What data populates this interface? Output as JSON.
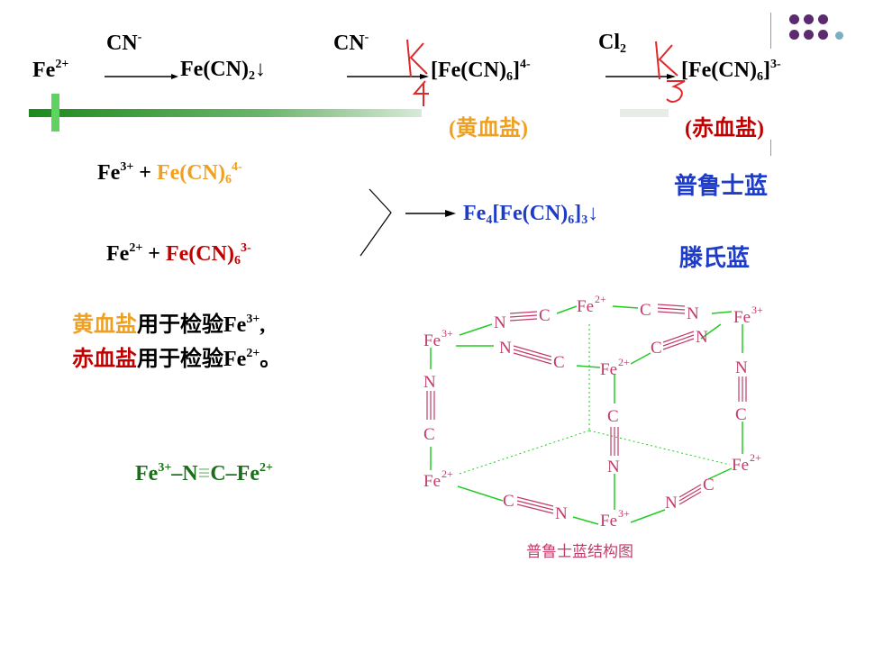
{
  "reaction": {
    "fe2": {
      "sym": "Fe",
      "sup": "2+"
    },
    "cn1": {
      "sym": "CN",
      "sup": "-"
    },
    "fecn2": {
      "a": "Fe(CN)",
      "sub": "2",
      "b": "↓"
    },
    "cn2": {
      "sym": "CN",
      "sup": "-"
    },
    "ferro": {
      "a": "[Fe(CN)",
      "sub": "6",
      "b": "]",
      "sup": "4-"
    },
    "cl2": {
      "sym": "Cl",
      "sub": "2"
    },
    "ferri": {
      "a": "[Fe(CN)",
      "sub": "6",
      "b": "]",
      "sup": "3-"
    },
    "yellow_label": "(黄血盐)",
    "red_label": "(赤血盐)"
  },
  "eq1": {
    "fe": "Fe",
    "sup": "3+",
    "plus": " + ",
    "cx": "Fe(CN)",
    "sub": "6",
    "cxsup": "4-"
  },
  "eq2": {
    "fe": "Fe",
    "sup": "2+",
    "plus": " + ",
    "cx": "Fe(CN)",
    "sub": "6",
    "cxsup": "3-"
  },
  "product": {
    "a": "Fe",
    "sub1": "4",
    "b": "[Fe(CN)",
    "sub2": "6",
    "c": "]",
    "sub3": "3",
    "d": "↓"
  },
  "names": {
    "prussian": "普鲁士蓝",
    "turnbull": "滕氏蓝"
  },
  "notes": {
    "line1_colored": "黄血盐",
    "line1_rest": "用于检验Fe",
    "line1_sup": "3+",
    "line1_end": ",",
    "line2_colored": "赤血盐",
    "line2_rest": "用于检验Fe",
    "line2_sup": "2+",
    "line2_end": "。"
  },
  "bond": {
    "a": "Fe",
    "asup": "3+",
    "dash1": "–N",
    "triple": "≡",
    "c": "C–Fe",
    "csup": "2+"
  },
  "diagram": {
    "caption": "普鲁士蓝结构图",
    "fe2": "Fe",
    "fe3": "Fe",
    "sup2": "2+",
    "sup3": "3+",
    "N": "N",
    "C": "C"
  },
  "handwriting": {
    "k4": "K",
    "n4": "4",
    "k3": "K",
    "n3": "3"
  },
  "colors": {
    "yellow": "#f0a020",
    "red": "#c00000",
    "blue": "#1f3cc8",
    "green": "#1a6e1a",
    "dots": "#5c2a6e",
    "dots2": "#7ab0c0"
  }
}
